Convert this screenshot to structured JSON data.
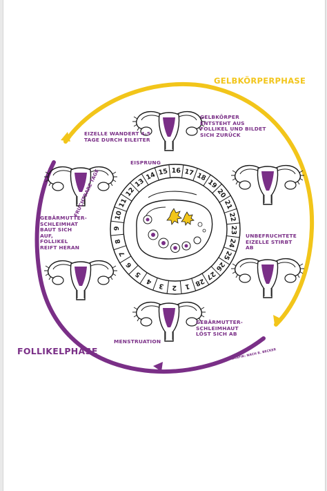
{
  "phases": {
    "luteal": "GELBKÖRPERPHASE",
    "follicular": "FOLLIKELPHASE"
  },
  "labels": {
    "egg_travel": "EIZELLE WANDERT 4-5 TAGE DURCH EILEITER",
    "corpus_luteum": "GELBKÖRPER ENTSTEHT AUS FOLLIKEL UND BILDET SICH ZURÜCK",
    "ovulation": "EISPRUNG",
    "fertile_days": "FRUCHTBARE TAGE",
    "lining_builds": "GEBÄRMUTTER-SCHLEIMHAT BAUT SICH AUF, FOLLIKEL REIFT HERAN",
    "egg_dies": "UNBEFRUCHTETE EIZELLE STIRBT AB",
    "menstruation": "MENSTRUATION",
    "lining_sheds": "GEBÄRMUTTER-SCHLEIMHAUT LÖST SICH AB",
    "credit": "GRAFIK: NACH R. BECKER"
  },
  "day_numbers": [
    "1",
    "2",
    "3",
    "4",
    "5",
    "6",
    "7",
    "8",
    "9",
    "10",
    "11",
    "12",
    "13",
    "14",
    "15",
    "16",
    "17",
    "18",
    "19",
    "20",
    "21",
    "22",
    "23",
    "24",
    "25",
    "26",
    "27",
    "28"
  ],
  "colors": {
    "yellow": "#f2c51a",
    "purple": "#7a2f87",
    "ink": "#1a1a1a"
  },
  "icons": [
    "uterus-icon",
    "ovary-icon",
    "follicle-icon",
    "corpus-luteum-icon"
  ]
}
